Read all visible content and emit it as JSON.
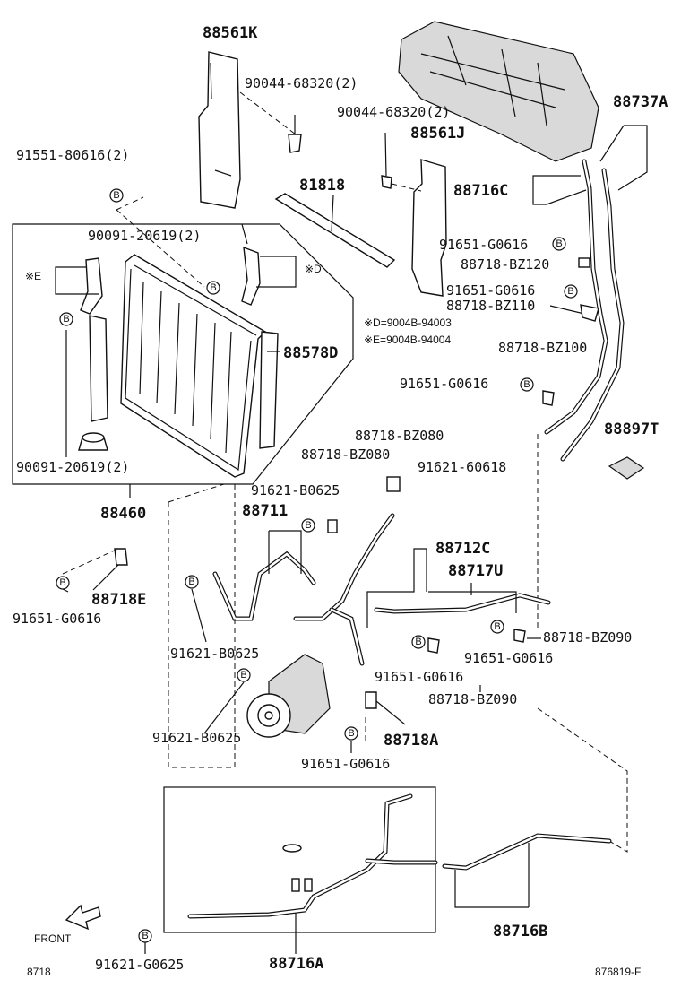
{
  "labels": {
    "p88561K": "88561K",
    "p90044a": "90044-68320(2)",
    "p90044b": "90044-68320(2)",
    "p88561J": "88561J",
    "p88737A": "88737A",
    "p91551": "91551-80616(2)",
    "p81818": "81818",
    "p88716C": "88716C",
    "p90091top": "90091-20619(2)",
    "pE": "※E",
    "pD": "※D",
    "p91651a": "91651-G0616",
    "p88718BZ120": "88718-BZ120",
    "p91651b": "91651-G0616",
    "p88718BZ110": "88718-BZ110",
    "noteD": "※D=9004B-94003",
    "noteE": "※E=9004B-94004",
    "p88578D": "88578D",
    "p88718BZ100": "88718-BZ100",
    "p91651c": "91651-G0616",
    "p88897T": "88897T",
    "p88718BZ080a": "88718-BZ080",
    "p88718BZ080b": "88718-BZ080",
    "p90091bot": "90091-20619(2)",
    "p91621_60618": "91621-60618",
    "p91621B0625a": "91621-B0625",
    "p88460": "88460",
    "p88711": "88711",
    "p88712C": "88712C",
    "p88717U": "88717U",
    "p88718E": "88718E",
    "p91651d": "91651-G0616",
    "p88718BZ090a": "88718-BZ090",
    "p91621B0625b": "91621-B0625",
    "p91651e": "91651-G0616",
    "p91651f": "91651-G0616",
    "p88718BZ090b": "88718-BZ090",
    "p91621B0625c": "91621-B0625",
    "p88718A": "88718A",
    "p91651g": "91651-G0616",
    "front": "FRONT",
    "p88716B": "88716B",
    "p91621G0625": "91621-G0625",
    "p88716A": "88716A",
    "code_left": "8718",
    "code_right": "876819-F"
  },
  "bolt_marker": "B",
  "icons": [
    "front-arrow-icon",
    "bolt-marker-icon"
  ]
}
